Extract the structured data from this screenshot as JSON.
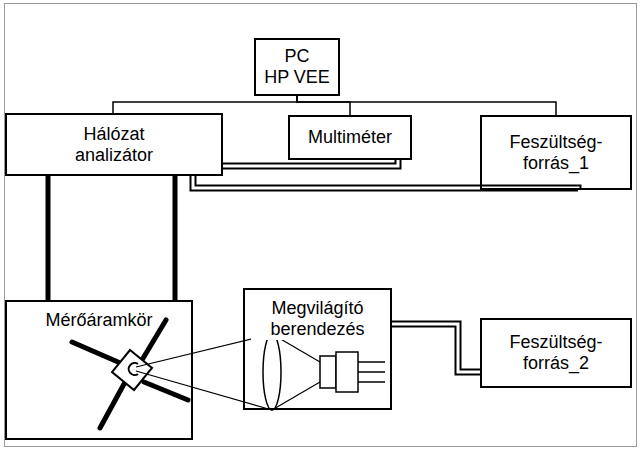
{
  "diagram": {
    "nodes": [
      {
        "text": [
          "PC",
          "HP VEE"
        ]
      },
      {
        "text": [
          "Hálózat analizátor"
        ]
      },
      {
        "text": [
          "Multiméter"
        ]
      },
      {
        "text": [
          "Feszültség-forrás_1"
        ]
      },
      {
        "text": [
          "Mérőáramkör"
        ]
      },
      {
        "text": [
          "Megvilágító berendezés"
        ]
      },
      {
        "text": [
          "Feszültség-forrás_2"
        ]
      }
    ],
    "edges": [
      {
        "from": 0,
        "to": 1,
        "arrow": "none"
      },
      {
        "from": 0,
        "to": 2,
        "arrow": "none"
      },
      {
        "from": 0,
        "to": 3,
        "arrow": "none"
      },
      {
        "from": 1,
        "to": 4,
        "arrow": "none"
      },
      {
        "from": 1,
        "to": 4,
        "arrow": "none"
      },
      {
        "from": 1,
        "to": 2,
        "arrow": "none"
      },
      {
        "from": 1,
        "to": 3,
        "arrow": "none"
      },
      {
        "from": 5,
        "to": 6,
        "arrow": "none"
      }
    ]
  }
}
